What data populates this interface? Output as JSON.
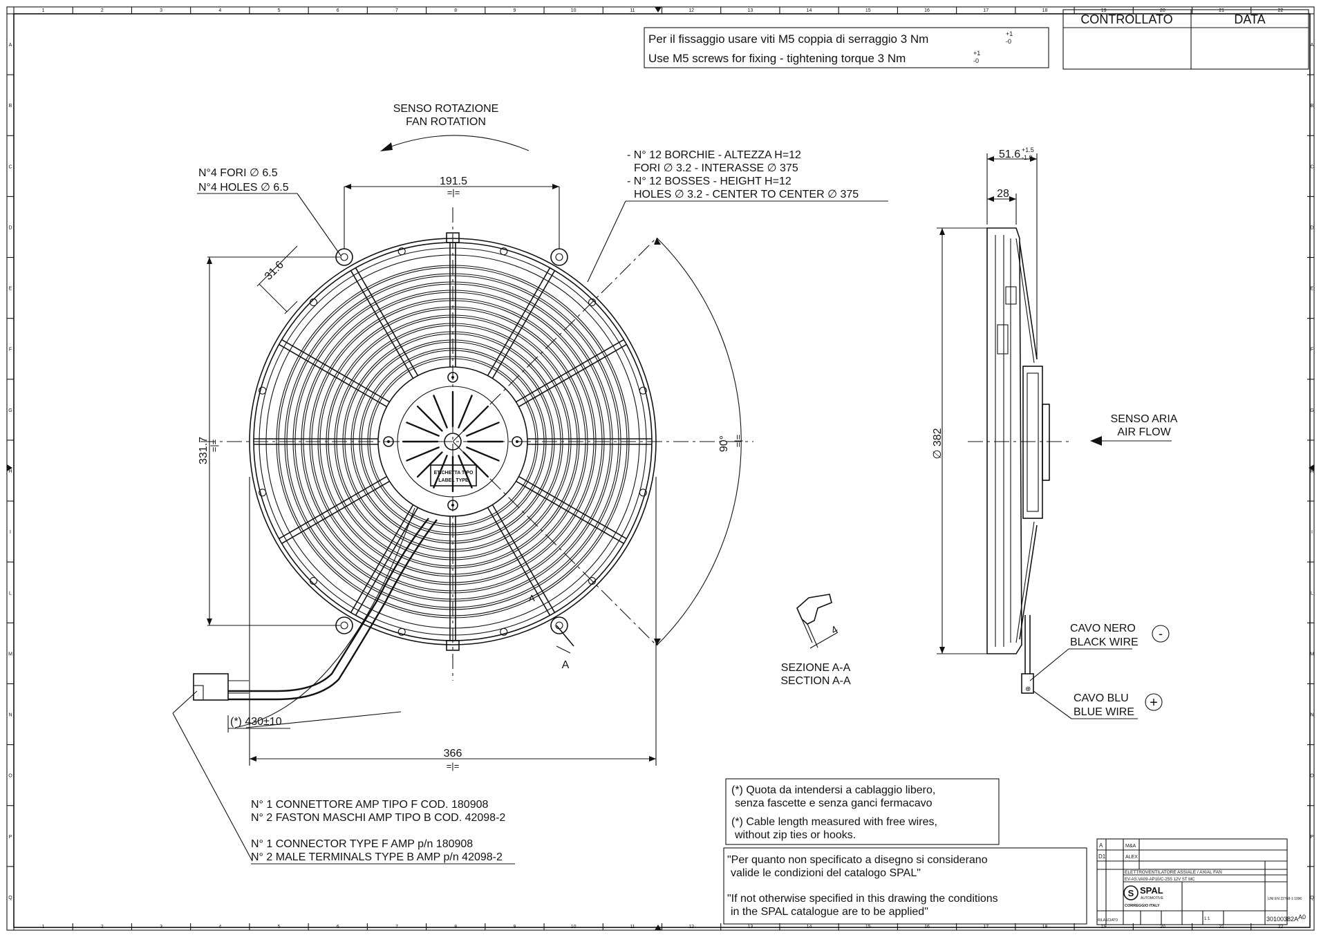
{
  "top_scale_numbers": [
    "1",
    "2",
    "3",
    "4",
    "5",
    "6",
    "7",
    "8",
    "9",
    "10",
    "11",
    "12",
    "13",
    "14",
    "15",
    "16",
    "17",
    "18",
    "19",
    "20",
    "21",
    "22"
  ],
  "side_scale_letters": [
    "A",
    "B",
    "C",
    "D",
    "E",
    "F",
    "G",
    "H",
    "I",
    "L",
    "M",
    "N",
    "O",
    "P",
    "Q"
  ],
  "header_table": {
    "col1": "CONTROLLATO",
    "col2": "DATA"
  },
  "fixing_note": {
    "line_it": "Per il fissaggio usare viti M5 coppia di serraggio 3  Nm",
    "line_en": "Use M5 screws for fixing - tightening torque 3  Nm",
    "tol_plus": "+1",
    "tol_minus": "-0"
  },
  "fan_rotation": {
    "it": "SENSO ROTAZIONE",
    "en": "FAN ROTATION"
  },
  "holes_note": {
    "it": "N°4 FORI ∅ 6.5",
    "en": "N°4 HOLES ∅ 6.5"
  },
  "bosses_note": {
    "l1": "- N° 12 BORCHIE - ALTEZZA H=12",
    "l2": "FORI ∅ 3.2 - INTERASSE ∅ 375",
    "l3": "- N° 12 BOSSES - HEIGHT H=12",
    "l4": "HOLES ∅ 3.2 - CENTER TO CENTER ∅ 375"
  },
  "dimensions": {
    "top_width": "191.5",
    "slot": "31.6",
    "height": "331.7",
    "angle": "90°",
    "cable": "(*) 430±10",
    "overall_width": "366",
    "diameter": "∅ 382",
    "depth_total": "51.6",
    "depth_tol_plus": "+1.5",
    "depth_tol_minus": "-1.0",
    "depth_partial": "28",
    "section_detail": "4",
    "section_mark": "A"
  },
  "label_box": {
    "l1": "ETICHETTA TIPO",
    "l2": "LABEL TYPE"
  },
  "section": {
    "it": "SEZIONE A-A",
    "en": "SECTION A-A"
  },
  "air_flow": {
    "it": "SENSO ARIA",
    "en": "AIR FLOW"
  },
  "wires": {
    "black_it": "CAVO NERO",
    "black_en": "BLACK WIRE",
    "blue_it": "CAVO BLU",
    "blue_en": "BLUE WIRE",
    "minus": "-",
    "plus": "+"
  },
  "connector_note": {
    "l1": "N° 1 CONNETTORE AMP TIPO F COD. 180908",
    "l2": "N° 2 FASTON MASCHI AMP TIPO B COD. 42098-2",
    "l3": "N° 1 CONNECTOR TYPE F AMP p/n 180908",
    "l4": "N° 2 MALE TERMINALS TYPE B AMP p/n 42098-2"
  },
  "cable_note": {
    "l1": "(*) Quota da intendersi a cablaggio libero,",
    "l2": "senza fascette e senza ganci fermacavo",
    "l3": "(*) Cable length measured with free wires,",
    "l4": "without zip ties or hooks."
  },
  "catalog_note": {
    "l1": "\"Per quanto non specificato a disegno si considerano",
    "l2": "valide le condizioni del catalogo SPAL\"",
    "l3": "\"If not otherwise specified in this drawing the conditions",
    "l4": "in the SPAL catalogue are to be applied\""
  },
  "title_block": {
    "rev_a": "A",
    "rev_d1": "D1",
    "author1": "M&A",
    "author2": "ALEX",
    "product": "ELETTROVENTILATORE ASSIALE / AXIAL FAN",
    "code_line": "EV-AS.VA09-AP10/C-25S 12V ST MC",
    "brand": "SPAL",
    "brand_sub": "AUTOMOTIVE",
    "city": "CORREGGIO  ITALY",
    "drawing_number": "30100382A",
    "sheet_size": "A0",
    "scale": "1:1",
    "released": "RILASCIATO",
    "standard": "UNI EN 22768-1:1996"
  }
}
